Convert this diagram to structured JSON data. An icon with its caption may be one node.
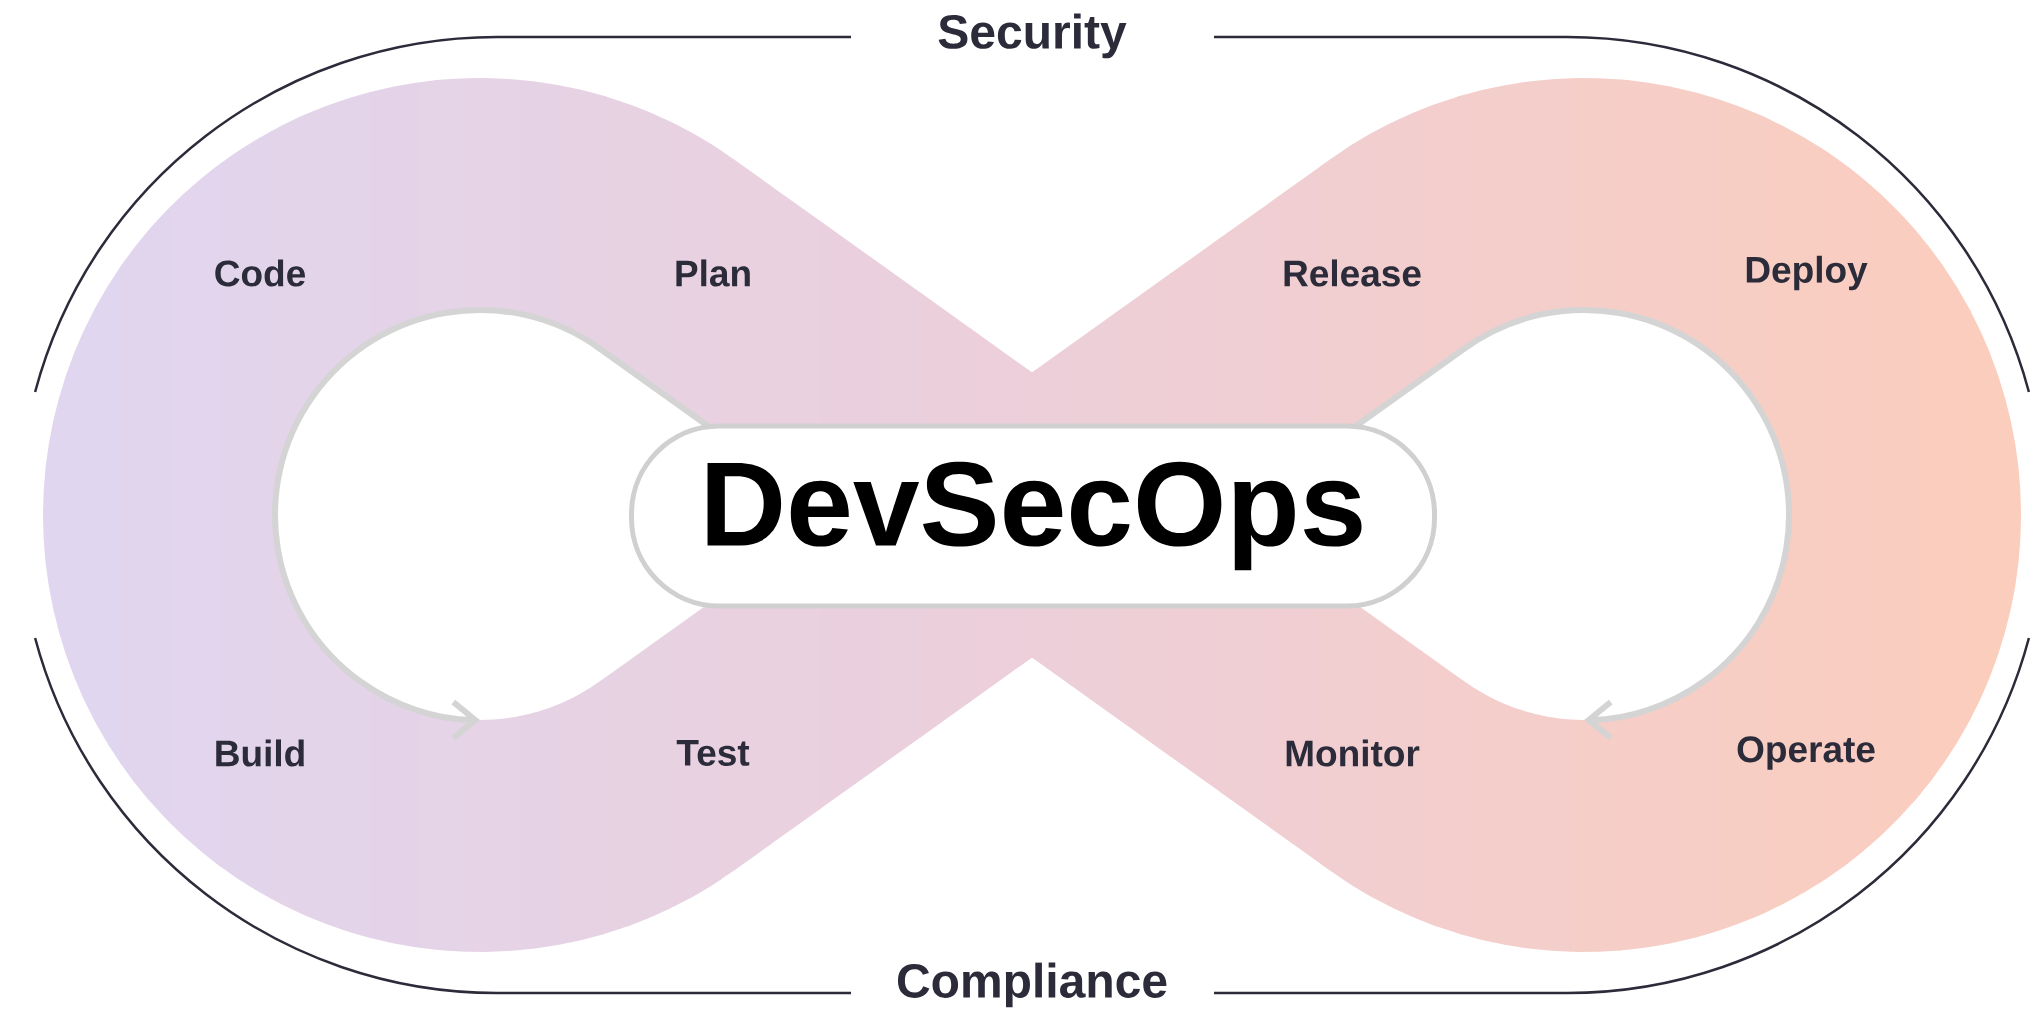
{
  "diagram": {
    "nodes": [
      {
        "text": [
          "DevSecOps"
        ]
      }
    ],
    "labels": [
      "Security",
      "Code",
      "Plan",
      "Release",
      "Deploy",
      "Build",
      "Test",
      "Monitor",
      "Operate",
      "Compliance"
    ]
  }
}
